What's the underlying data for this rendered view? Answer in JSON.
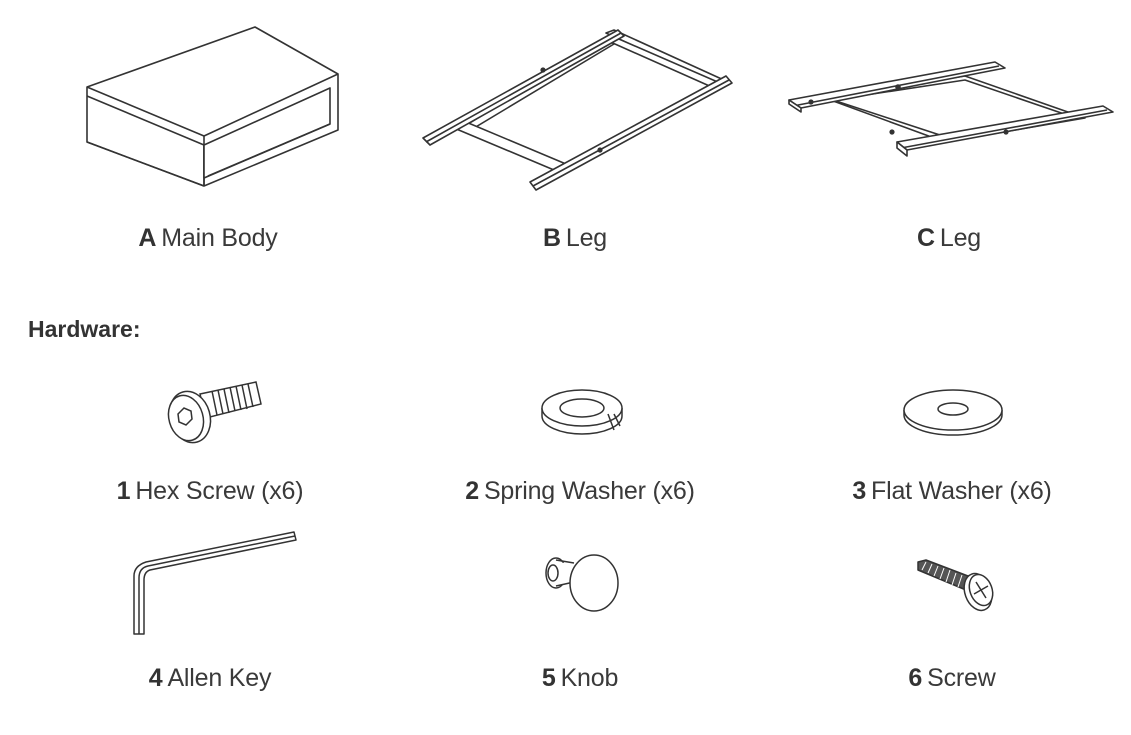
{
  "parts": [
    {
      "letter": "A",
      "name": "Main Body",
      "icon": "box-icon"
    },
    {
      "letter": "B",
      "name": "Leg",
      "icon": "leg-frame-icon"
    },
    {
      "letter": "C",
      "name": "Leg",
      "icon": "leg-frame-icon"
    }
  ],
  "hardware_heading": "Hardware:",
  "hardware": [
    {
      "number": "1",
      "name": "Hex Screw (x6)",
      "icon": "hex-screw-icon"
    },
    {
      "number": "2",
      "name": "Spring Washer (x6)",
      "icon": "spring-washer-icon"
    },
    {
      "number": "3",
      "name": "Flat Washer (x6)",
      "icon": "flat-washer-icon"
    },
    {
      "number": "4",
      "name": "Allen Key",
      "icon": "allen-key-icon"
    },
    {
      "number": "5",
      "name": "Knob",
      "icon": "knob-icon"
    },
    {
      "number": "6",
      "name": "Screw",
      "icon": "screw-icon"
    }
  ]
}
